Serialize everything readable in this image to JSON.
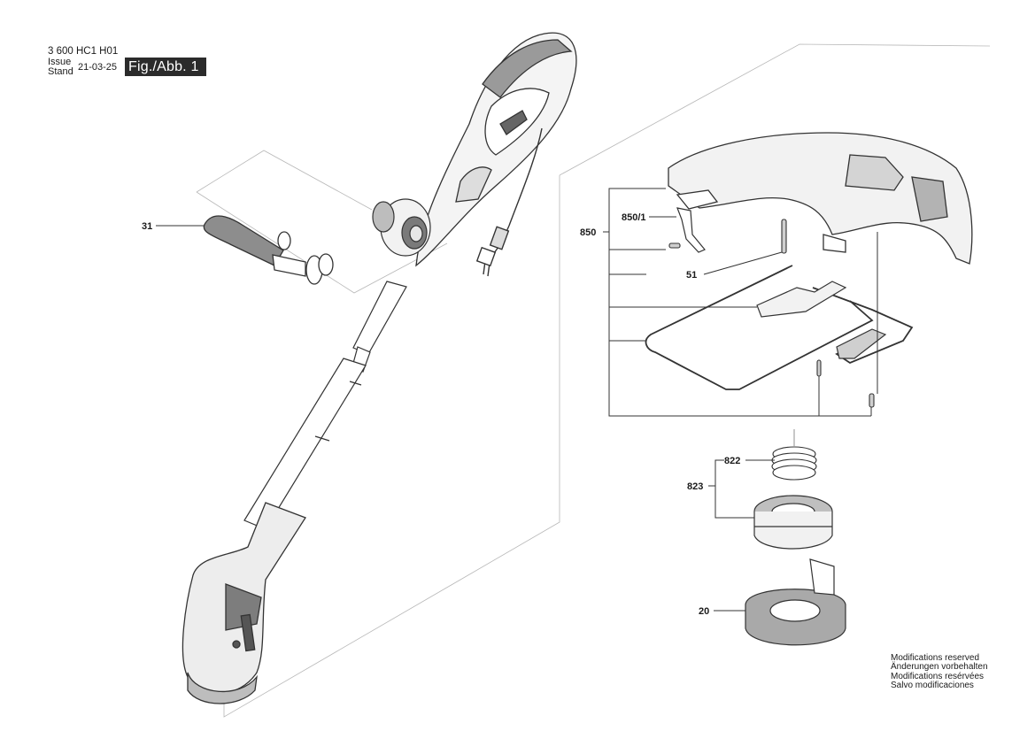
{
  "header": {
    "doc_number": "3 600 HC1 H01",
    "issue_label": "Issue",
    "stand_label": "Stand",
    "issue_date": "21-03-25",
    "figure": "Fig./Abb. 1"
  },
  "callouts": {
    "c31": "31",
    "c850": "850",
    "c850_1": "850/1",
    "c51": "51",
    "c822": "822",
    "c823": "823",
    "c20": "20"
  },
  "notes": [
    "Modifications reserved",
    "Änderungen vorbehalten",
    "Modifications resérvées",
    "Salvo modificaciones"
  ]
}
